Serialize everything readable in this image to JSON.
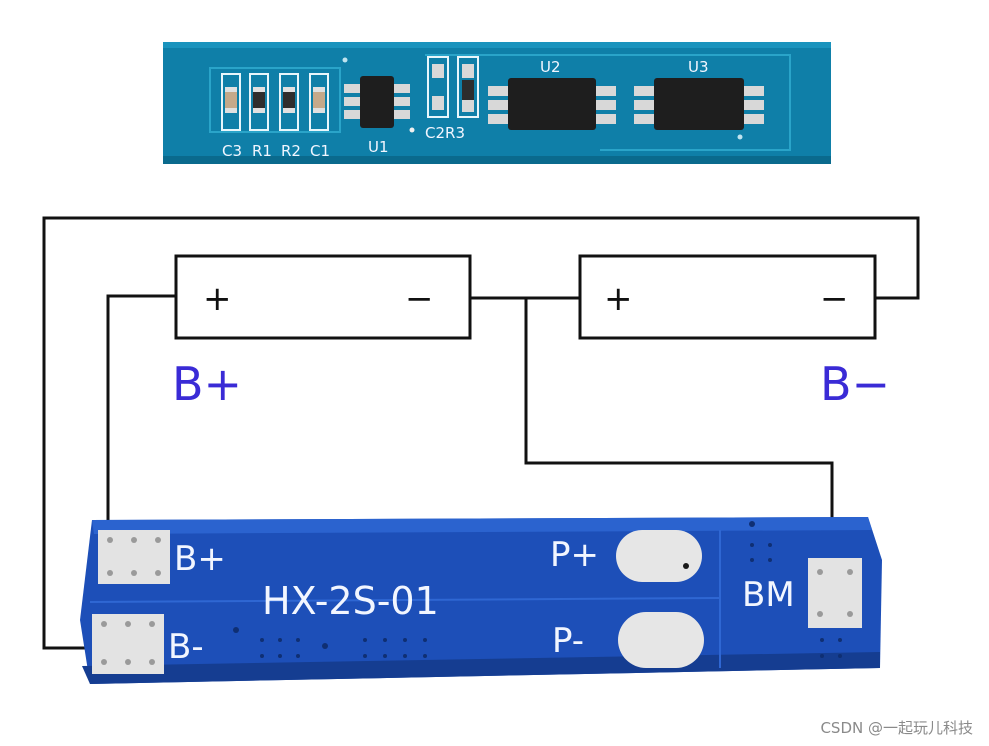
{
  "top_pcb": {
    "labels": {
      "c3": "C3",
      "r1": "R1",
      "r2": "R2",
      "c1": "C1",
      "u1": "U1",
      "c2r3": "C2R3",
      "u2": "U2",
      "u3": "U3"
    }
  },
  "cells": {
    "left": {
      "plus": "+",
      "minus": "−"
    },
    "right": {
      "plus": "+",
      "minus": "−"
    }
  },
  "wiring_labels": {
    "b_plus": "B+",
    "b_minus": "B−"
  },
  "bottom_pcb": {
    "model": "HX-2S-01",
    "pads": {
      "b_plus": "B+",
      "b_minus": "B-",
      "p_plus": "P+",
      "p_minus": "P-",
      "bm": "BM"
    }
  },
  "watermark": "CSDN @一起玩儿科技",
  "colors": {
    "pcb_top": "#0e7fa6",
    "pcb_bottom": "#1c4fb8",
    "label_blue": "#3a2bd6",
    "wire": "#111111"
  }
}
